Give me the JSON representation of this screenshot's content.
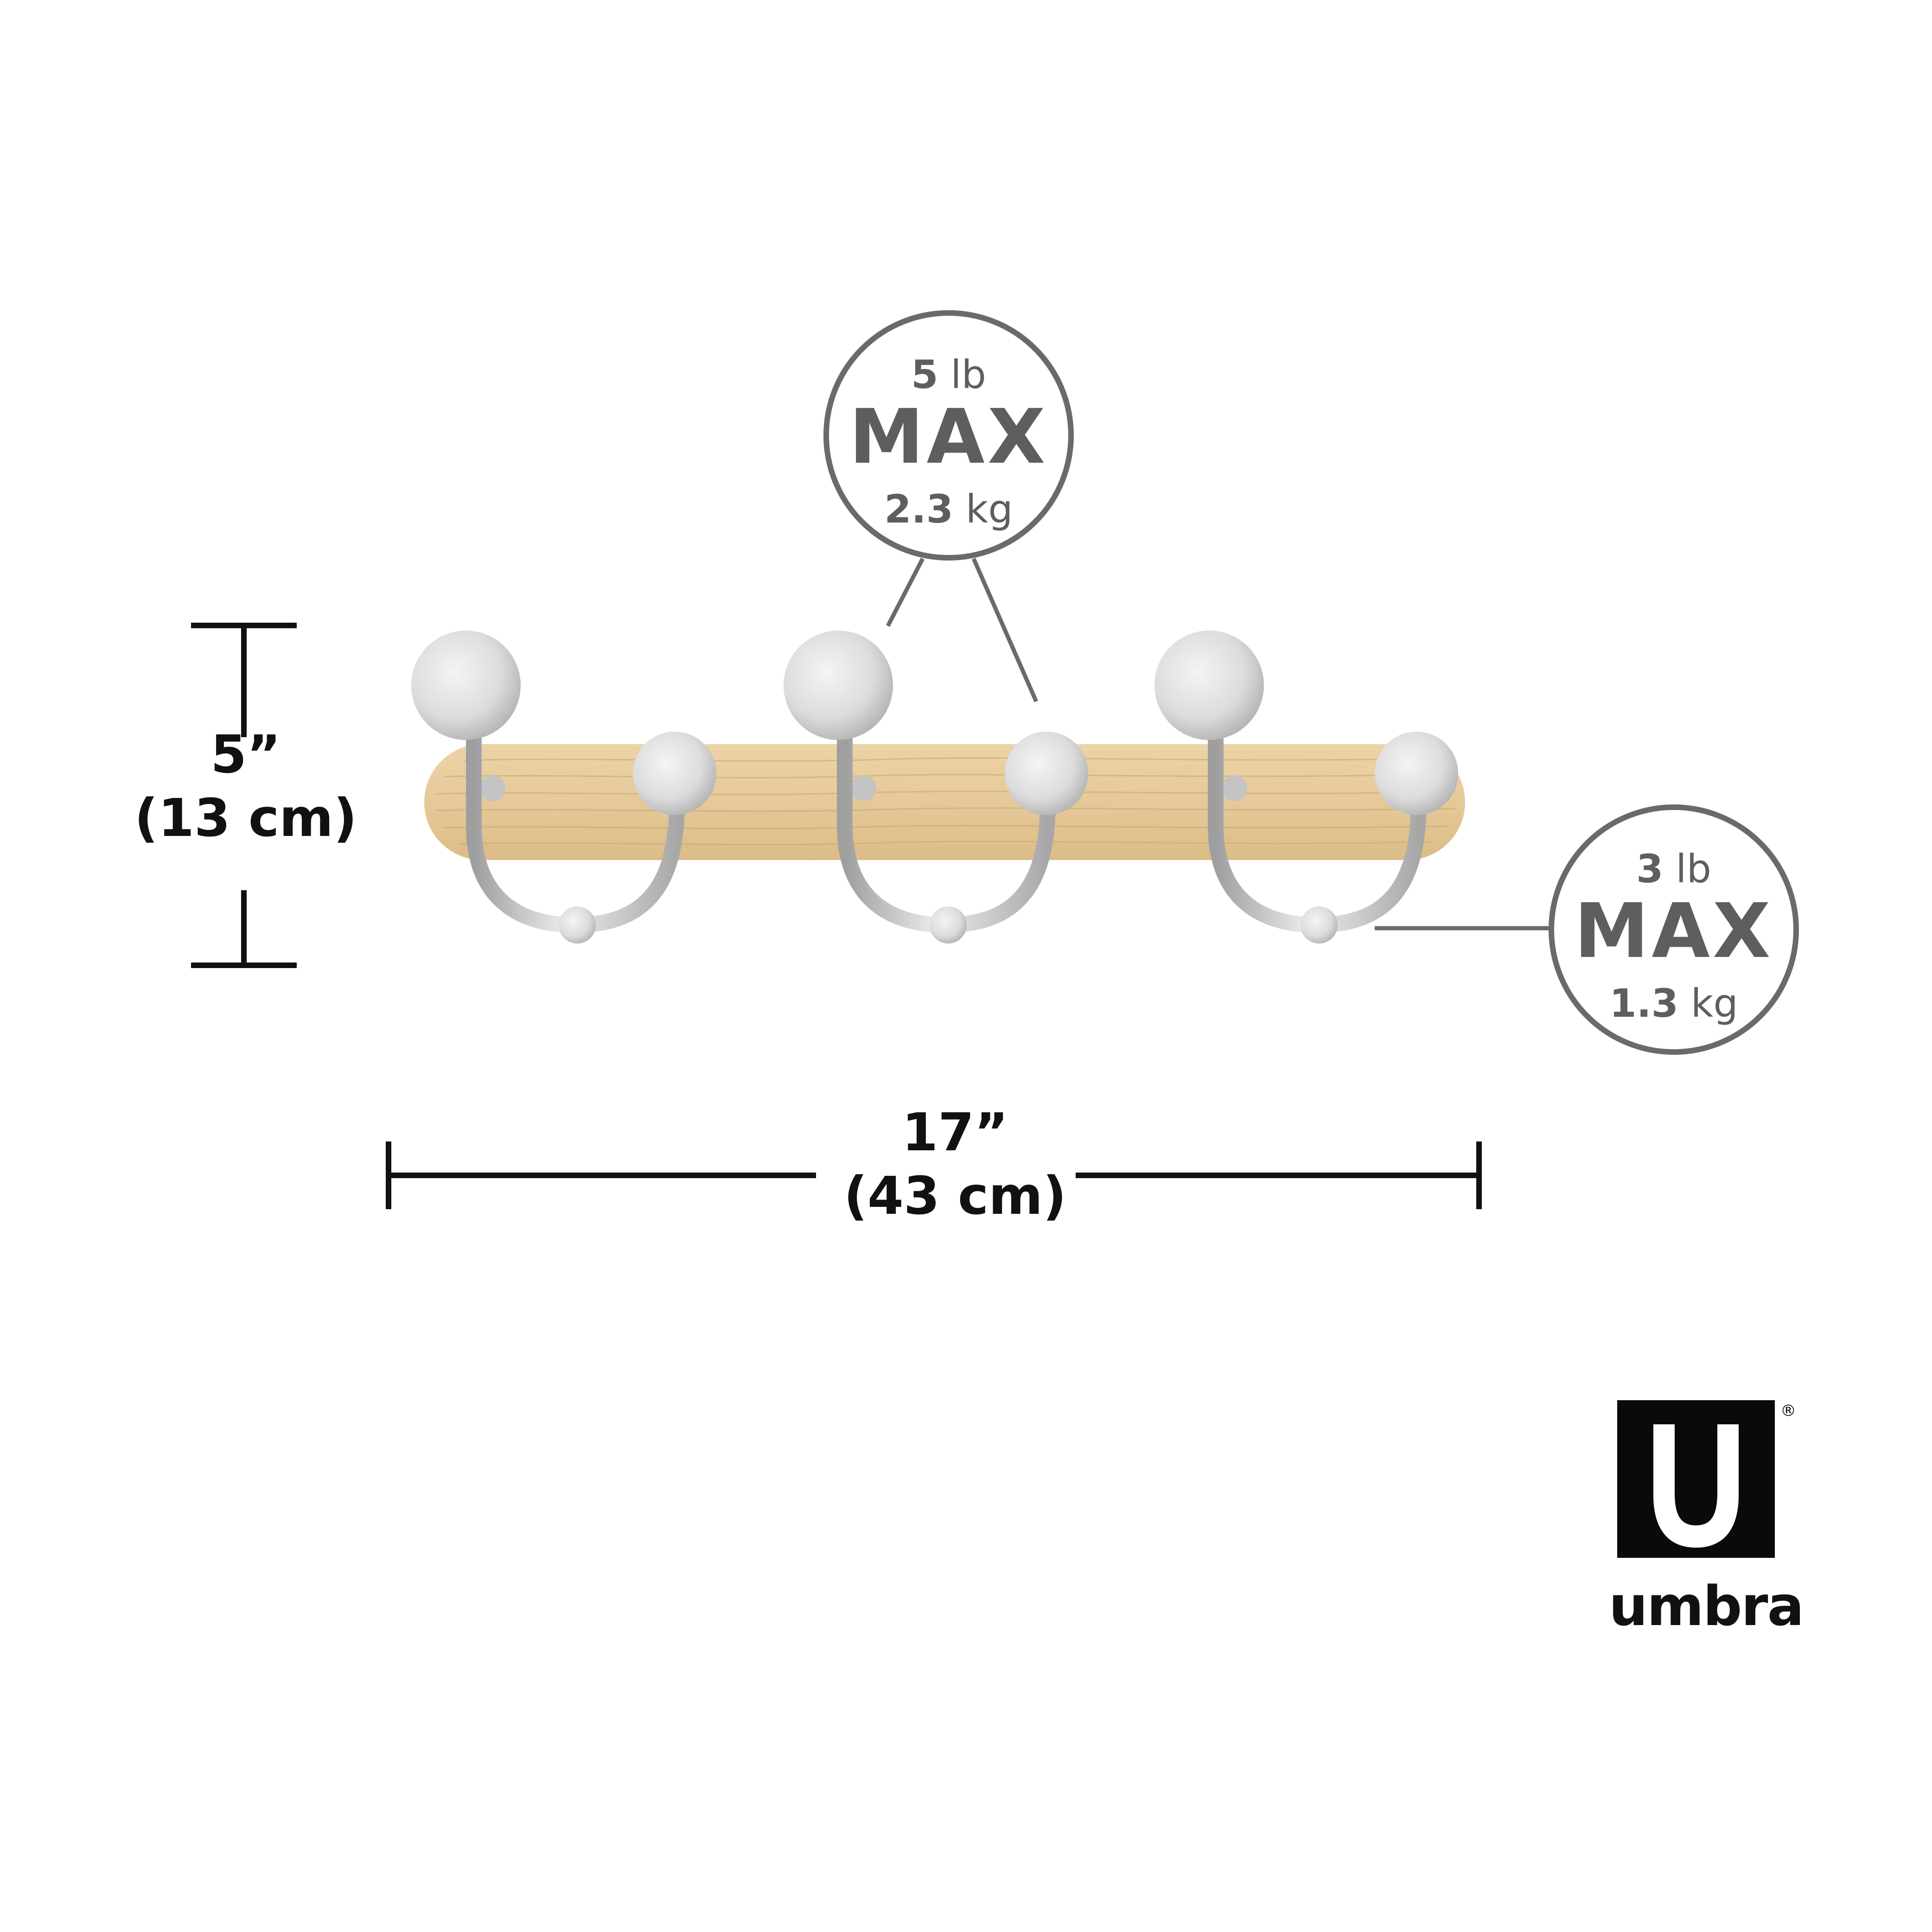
{
  "dimensions": {
    "height": {
      "imperial": "5”",
      "metric": "(13 cm)"
    },
    "width": {
      "imperial": "17”",
      "metric": "(43 cm)"
    }
  },
  "load_limits": {
    "top_hook": {
      "lb_value": "5",
      "lb_unit": "lb",
      "label": "MAX",
      "kg_value": "2.3",
      "kg_unit": "kg"
    },
    "bottom_hook": {
      "lb_value": "3",
      "lb_unit": "lb",
      "label": "MAX",
      "kg_value": "1.3",
      "kg_unit": "kg"
    }
  },
  "brand": {
    "name": "umbra",
    "registered_mark": "®"
  },
  "colors": {
    "wood": "#e6c999",
    "wood_grain": "#c9a56d",
    "metal": "#d9d9d9",
    "badge_outline": "#6a6a6a",
    "badge_text": "#5e5e5e",
    "dimension_lines": "#111111",
    "logo": "#0a0a0a"
  },
  "product": {
    "hook_count": 3
  }
}
